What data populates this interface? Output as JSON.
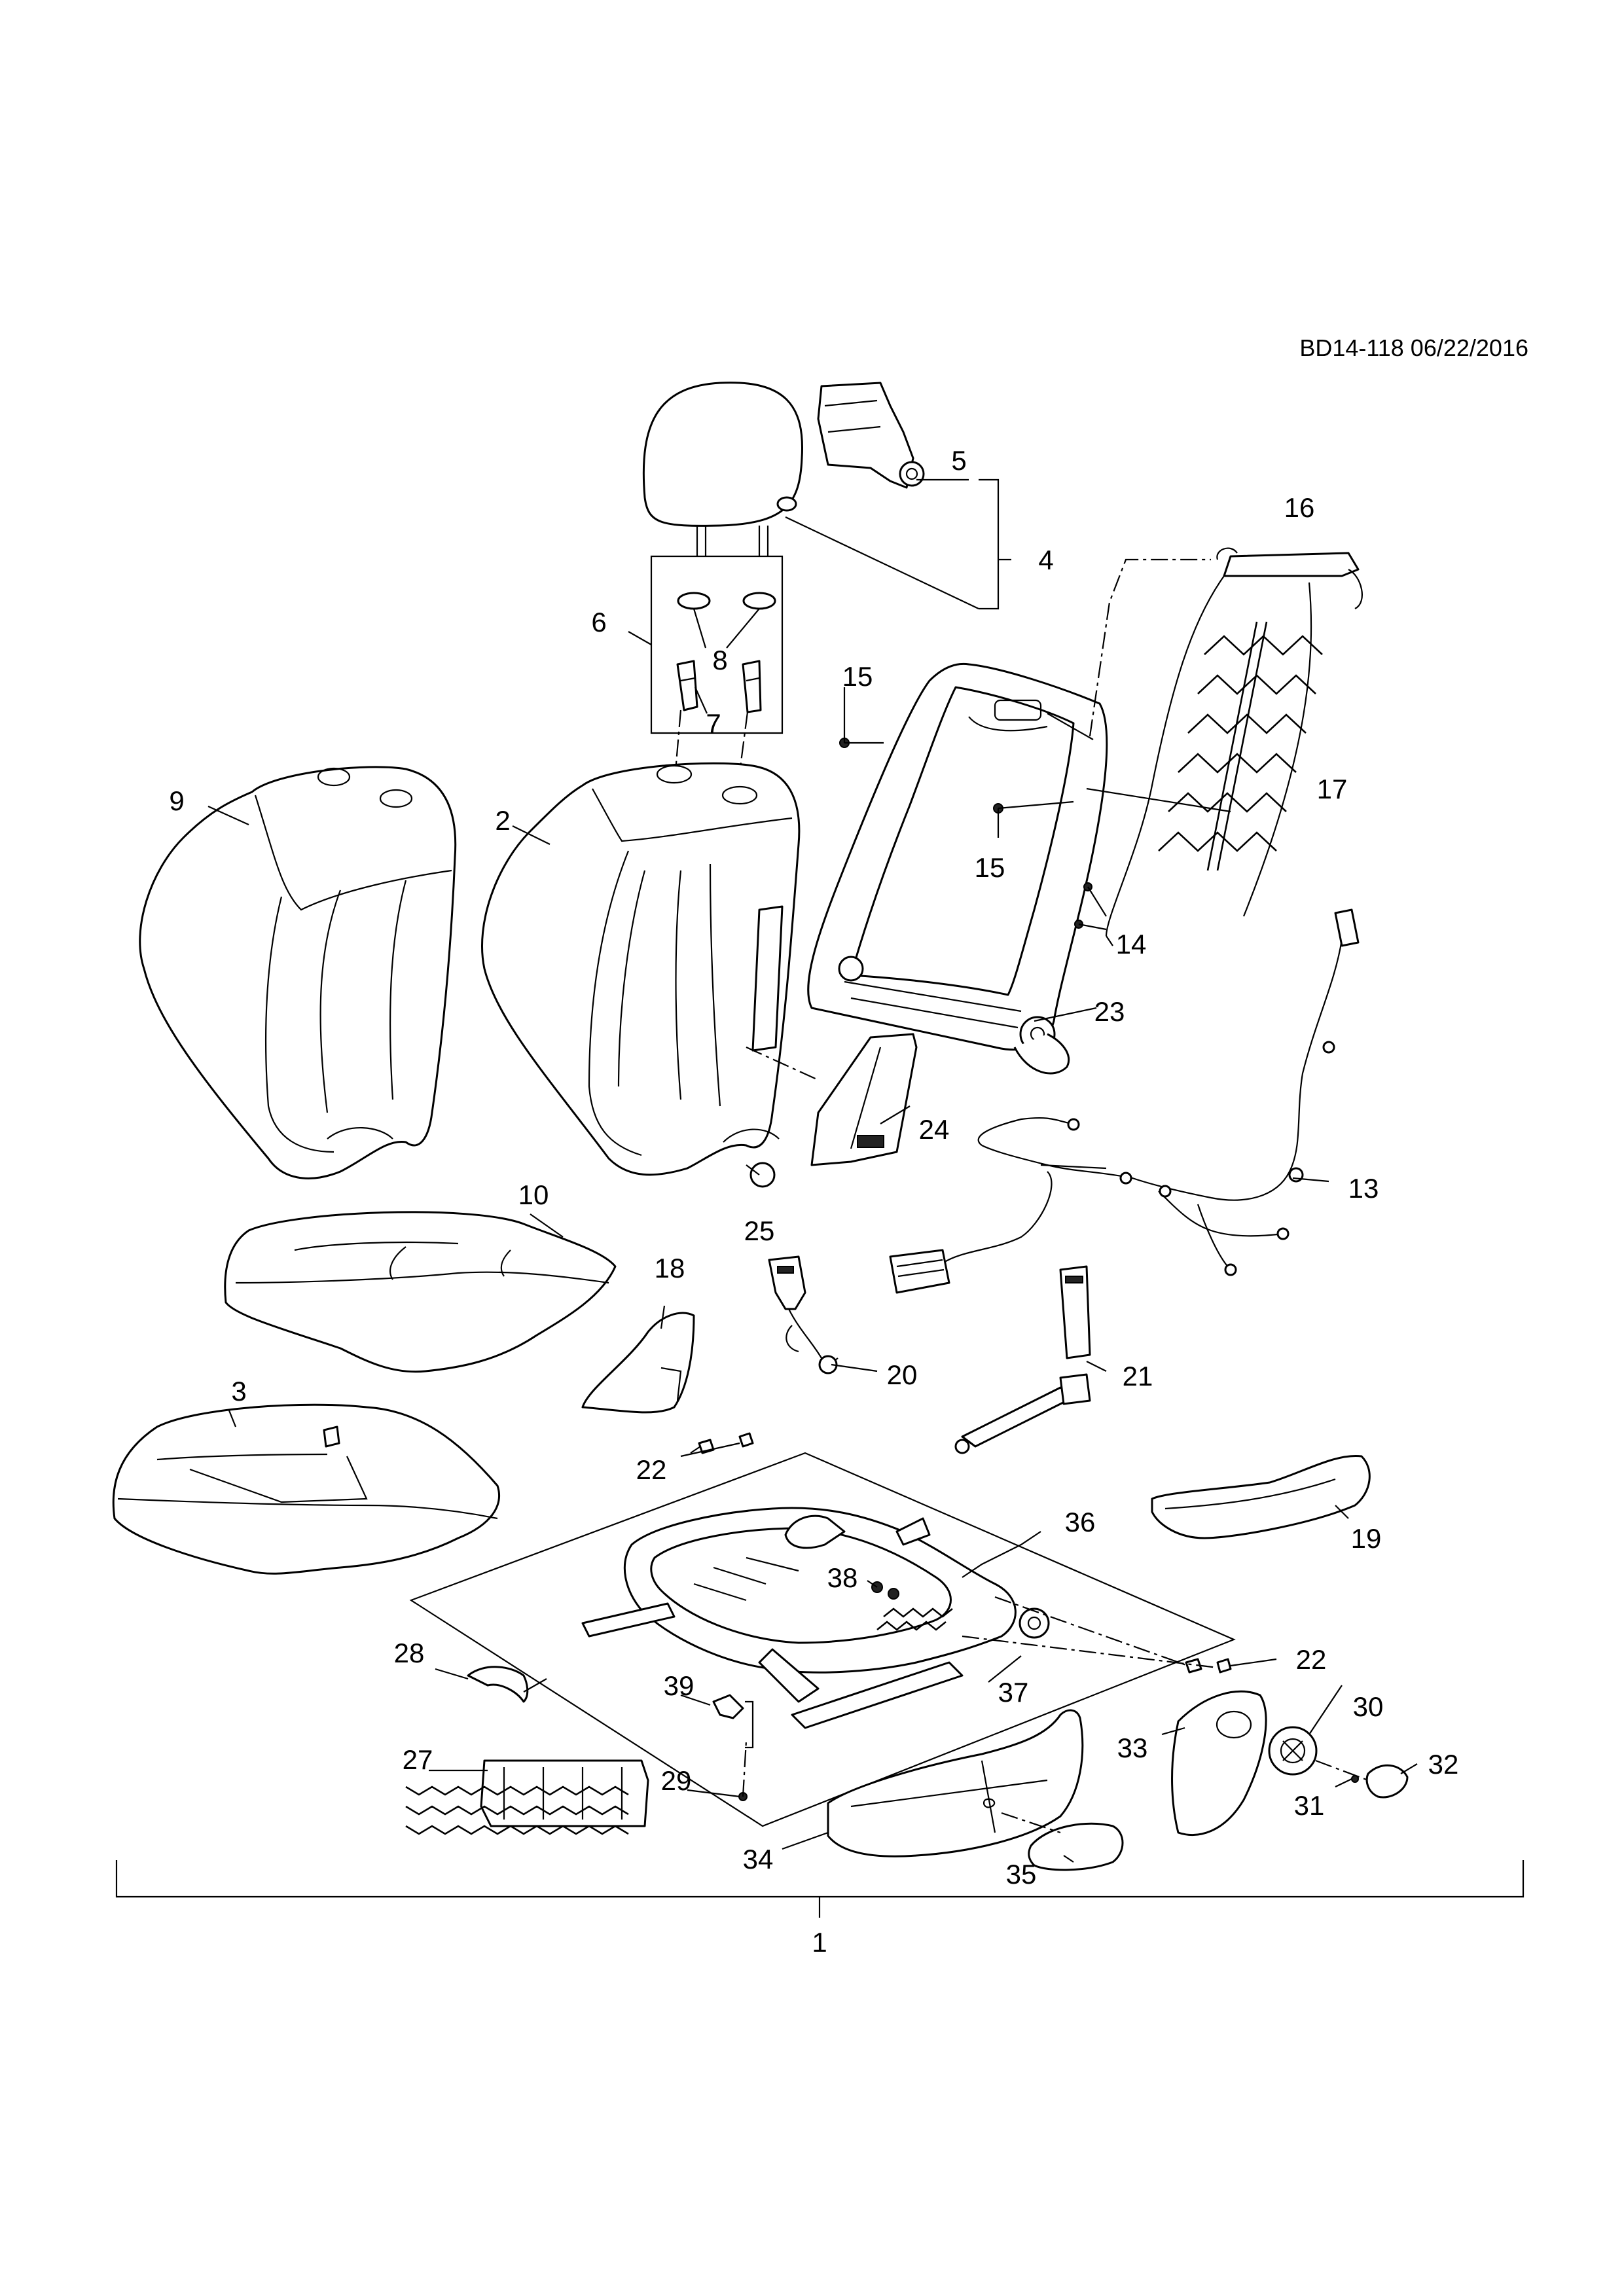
{
  "diagram": {
    "reference": "BD14-118 06/22/2016",
    "callouts": {
      "c1": "1",
      "c2": "2",
      "c3": "3",
      "c4": "4",
      "c5": "5",
      "c6": "6",
      "c7": "7",
      "c8": "8",
      "c9": "9",
      "c10": "10",
      "c13": "13",
      "c14": "14",
      "c15a": "15",
      "c15b": "15",
      "c16": "16",
      "c17": "17",
      "c18": "18",
      "c19": "19",
      "c20": "20",
      "c21": "21",
      "c22a": "22",
      "c22b": "22",
      "c23": "23",
      "c24": "24",
      "c25": "25",
      "c27": "27",
      "c28": "28",
      "c29": "29",
      "c30": "30",
      "c31": "31",
      "c32": "32",
      "c33": "33",
      "c34": "34",
      "c35": "35",
      "c36": "36",
      "c37": "37",
      "c38": "38",
      "c39": "39"
    }
  }
}
